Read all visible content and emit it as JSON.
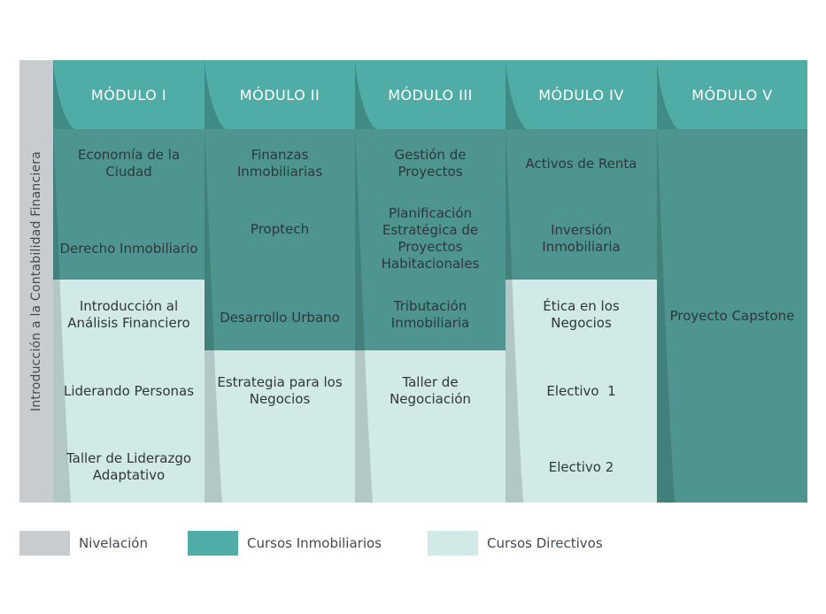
{
  "left_label": "Introducción a la Contabilidad Financiera",
  "headers": [
    "MÓDULO I",
    "MÓDULO II",
    "MÓDULO III",
    "MÓDULO IV",
    "MÓDULO V"
  ],
  "modules": [
    {
      "cells": [
        "Economía de la Ciudad",
        "Derecho Inmobiliario",
        "Introducción al Análisis Financiero",
        "Liderando Personas",
        "Taller de Liderazgo Adaptativo"
      ]
    },
    {
      "cells": [
        "Finanzas Inmobiliarias",
        "Proptech",
        "Desarrollo Urbano",
        "Estrategia para los Negocios"
      ]
    },
    {
      "cells": [
        "Gestión de Proyectos",
        "Planificación Estratégica de Proyectos Habitacionales",
        "Tributación Inmobiliaria",
        "Taller de Negociación"
      ]
    },
    {
      "cells": [
        "Activos de Renta",
        "Inversión Inmobiliaria",
        "Ética en los Negocios",
        "Electivo  1",
        "Electivo 2"
      ]
    },
    {
      "cells": [
        "Proyecto Capstone"
      ]
    }
  ],
  "legend": [
    {
      "label": "Nivelación",
      "color": "#c8ccce"
    },
    {
      "label": "Cursos Inmobiliarios",
      "color": "#4fada6"
    },
    {
      "label": "Cursos Directivos",
      "color": "#d1e9e7"
    }
  ],
  "colors": {
    "header": "#4fada6",
    "dark_cell": "#4d958e",
    "light_cell": "#d1e9e7",
    "leftbar": "#c8ccce"
  }
}
